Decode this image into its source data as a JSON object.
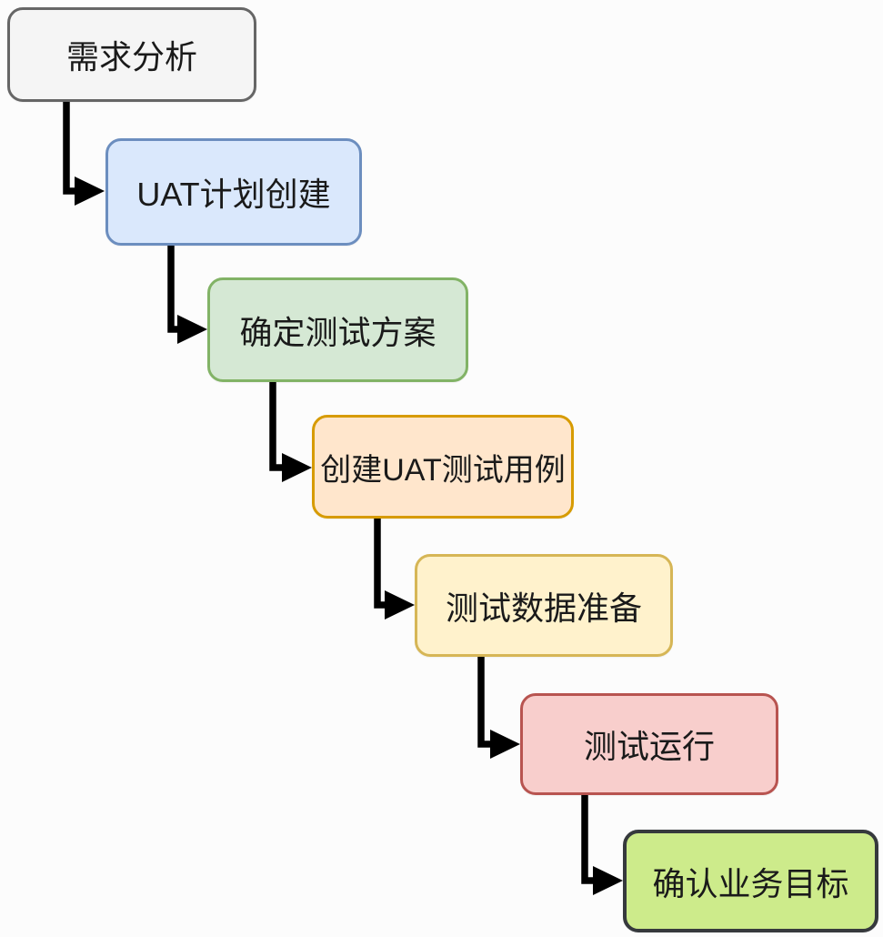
{
  "diagram": {
    "title": "UAT testing process flowchart",
    "background_color": "#fcfcfc",
    "connector_color": "#000000",
    "text_color": "#1a1a1a",
    "nodes": [
      {
        "id": "requirements-analysis",
        "label": "需求分析",
        "fill": "#f5f5f5",
        "stroke": "#666666"
      },
      {
        "id": "uat-plan-creation",
        "label": "UAT计划创建",
        "fill": "#dae8fc",
        "stroke": "#6c8ebf"
      },
      {
        "id": "define-test-plan",
        "label": "确定测试方案",
        "fill": "#d5e8d4",
        "stroke": "#82b366"
      },
      {
        "id": "create-uat-test-cases",
        "label": "创建UAT测试用例",
        "fill": "#ffe6cc",
        "stroke": "#d79b00"
      },
      {
        "id": "test-data-preparation",
        "label": "测试数据准备",
        "fill": "#fff2cc",
        "stroke": "#d6b656"
      },
      {
        "id": "test-run",
        "label": "测试运行",
        "fill": "#f8cecc",
        "stroke": "#b85450"
      },
      {
        "id": "confirm-business-goals",
        "label": "确认业务目标",
        "fill": "#cdeb8b",
        "stroke": "#36393d"
      }
    ],
    "edges": [
      {
        "from": "requirements-analysis",
        "to": "uat-plan-creation"
      },
      {
        "from": "uat-plan-creation",
        "to": "define-test-plan"
      },
      {
        "from": "define-test-plan",
        "to": "create-uat-test-cases"
      },
      {
        "from": "create-uat-test-cases",
        "to": "test-data-preparation"
      },
      {
        "from": "test-data-preparation",
        "to": "test-run"
      },
      {
        "from": "test-run",
        "to": "confirm-business-goals"
      }
    ]
  }
}
